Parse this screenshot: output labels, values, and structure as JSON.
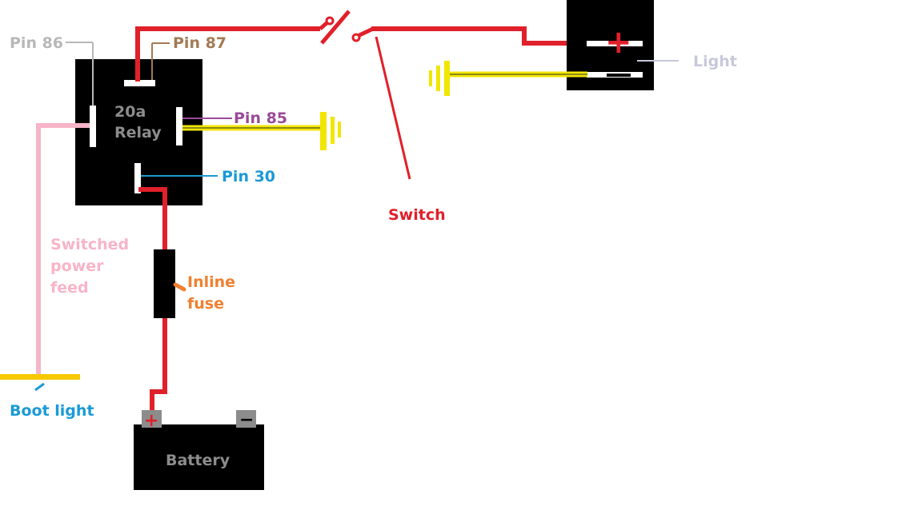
{
  "relay": {
    "line1": "20a",
    "line2": "Relay"
  },
  "pins": {
    "p86": "Pin 86",
    "p87": "Pin 87",
    "p85": "Pin 85",
    "p30": "Pin 30"
  },
  "light": {
    "label": "Light",
    "plus": "+"
  },
  "switch": {
    "label": "Switch"
  },
  "switched_feed": {
    "line1": "Switched",
    "line2": "power",
    "line3": "feed"
  },
  "fuse": {
    "line1": "Inline",
    "line2": "fuse"
  },
  "boot_light": {
    "label": "Boot light"
  },
  "battery": {
    "label": "Battery",
    "plus": "+",
    "minus": "−"
  },
  "colors": {
    "wire_red": "#e0202a",
    "wire_pink": "#f8b4c8",
    "wire_yellow": "#f2e600",
    "ground_yellow": "#f2e600",
    "pin86_gray": "#b8b8b8",
    "pin87_brown": "#a37a55",
    "pin85_purple": "#9a4a9a",
    "pin30_blue": "#1a9ad6",
    "fuse_orange": "#f08030",
    "light_lav": "#c8c8dc",
    "boot_yellow": "#f8c800",
    "box_text": "#8c8c8c",
    "terminal_gray": "#8c8c8c"
  }
}
